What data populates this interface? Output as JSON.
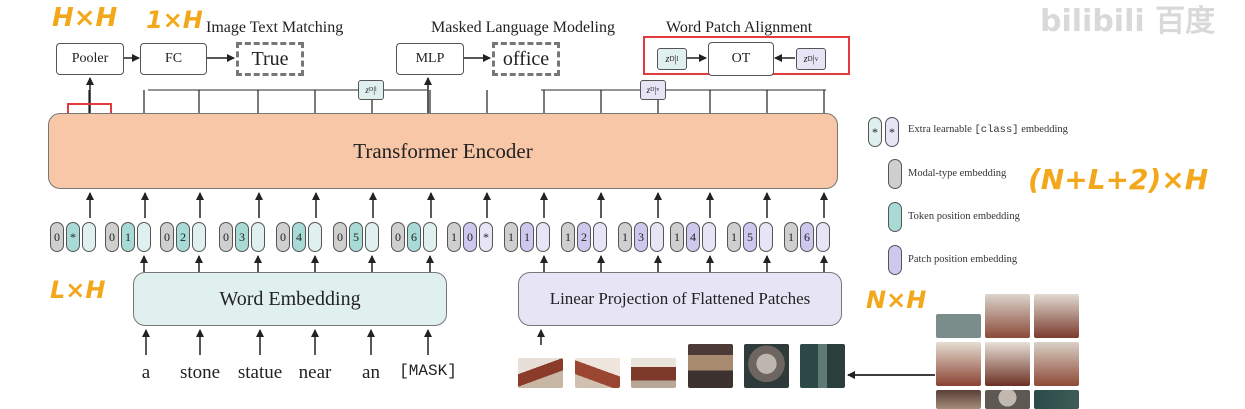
{
  "heads": {
    "pooler": "Pooler",
    "fc": "FC",
    "itm_title": "Image Text Matching",
    "itm_output": "True",
    "mlp": "MLP",
    "mlm_title": "Masked Language Modeling",
    "mlm_output": "office",
    "wpa_title": "Word Patch Alignment",
    "ot": "OT",
    "zl_label": "z",
    "zl_sub": "D",
    "zl_idx": "l",
    "zv_idx": "v"
  },
  "encoder": {
    "label": "Transformer Encoder"
  },
  "word_embedding": {
    "label": "Word Embedding"
  },
  "patch_projection": {
    "label": "Linear Projection of Flattened Patches"
  },
  "text_tokens": [
    {
      "pos": "0",
      "content": "*"
    },
    {
      "pos": "0",
      "content": "1"
    },
    {
      "pos": "0",
      "content": "2"
    },
    {
      "pos": "0",
      "content": "3"
    },
    {
      "pos": "0",
      "content": "4"
    },
    {
      "pos": "0",
      "content": "5"
    },
    {
      "pos": "0",
      "content": "6"
    }
  ],
  "image_tokens": [
    {
      "pos": "1",
      "content": "0",
      "star": "*"
    },
    {
      "pos": "1",
      "content": "1"
    },
    {
      "pos": "1",
      "content": "2"
    },
    {
      "pos": "1",
      "content": "3"
    },
    {
      "pos": "1",
      "content": "4"
    },
    {
      "pos": "1",
      "content": "5"
    },
    {
      "pos": "1",
      "content": "6"
    }
  ],
  "words": [
    "a",
    "stone",
    "statue",
    "near",
    "an",
    "[MASK]"
  ],
  "legend": {
    "class_symbol": "*",
    "class_label": "Extra learnable",
    "class_code": "[class]",
    "class_suffix": "embedding",
    "modal_label": "Modal-type embedding",
    "token_label": "Token position embedding",
    "patch_label": "Patch position embedding"
  },
  "annotations": {
    "hxh": "H×H",
    "one_x_h": "1×H",
    "l_x_h": "L×H",
    "n_x_h": "N×H",
    "seq_len": "(N+L+2)×H"
  },
  "watermark": {
    "logo": "bilibili",
    "suffix": "百度"
  },
  "colors": {
    "encoder": "#f8c7a7",
    "embedding": "#dff0ef",
    "projection": "#e7e4f5",
    "modal": "#cfcfcf",
    "token_pos": "#a9dbd6",
    "patch_pos": "#cfc8ee",
    "highlight": "#e23b3b",
    "handwriting": "#f3a81c"
  }
}
